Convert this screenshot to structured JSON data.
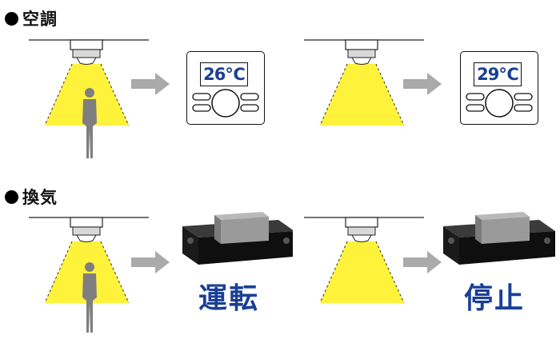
{
  "sections": {
    "aircon": {
      "title": "空調"
    },
    "ventilation": {
      "title": "換気"
    }
  },
  "aircon": {
    "occupied_temp": "26℃",
    "vacant_temp": "29℃"
  },
  "ventilation": {
    "occupied_status": "運転",
    "vacant_status": "停止"
  },
  "colors": {
    "beam": "#fff23a",
    "arrow": "#aaaaaa",
    "status_text": "#1a3f95",
    "person": "#7f7f7f"
  }
}
